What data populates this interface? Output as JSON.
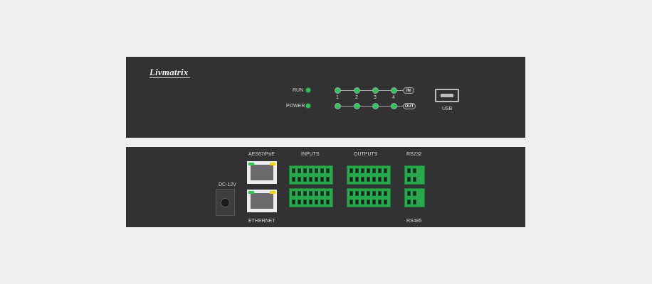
{
  "front": {
    "logo": "Livmatrix",
    "run_label": "RUN",
    "power_label": "POWER",
    "channels": [
      "1",
      "2",
      "3",
      "4"
    ],
    "in_label": "IN",
    "out_label": "OUT",
    "usb_label": "USB"
  },
  "rear": {
    "dc_label": "DC-12V",
    "aes67_label": "AES67/PoE",
    "ethernet_label": "ETHERNET",
    "inputs_label": "INPUTS",
    "outputs_label": "OUTPUTS",
    "rs232_label": "RS232",
    "rs485_label": "RS485"
  },
  "colors": {
    "panel": "#323232",
    "led": "#2ec45a",
    "terminal": "#2aa84d",
    "background": "#efefef"
  }
}
